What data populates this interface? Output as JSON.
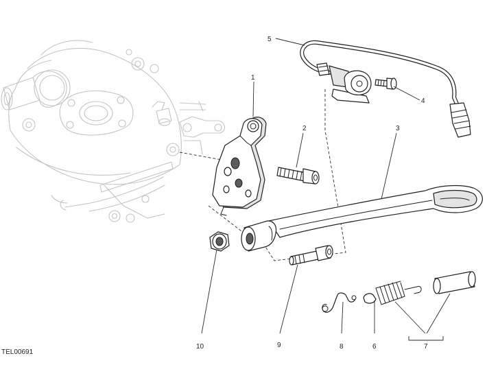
{
  "reference_code": "TEL00691",
  "callouts": [
    {
      "id": "1",
      "label": "1"
    },
    {
      "id": "2",
      "label": "2"
    },
    {
      "id": "3",
      "label": "3"
    },
    {
      "id": "4",
      "label": "4"
    },
    {
      "id": "5",
      "label": "5"
    },
    {
      "id": "6",
      "label": "6"
    },
    {
      "id": "7",
      "label": "7"
    },
    {
      "id": "8",
      "label": "8"
    },
    {
      "id": "9",
      "label": "9"
    },
    {
      "id": "10",
      "label": "10"
    }
  ]
}
